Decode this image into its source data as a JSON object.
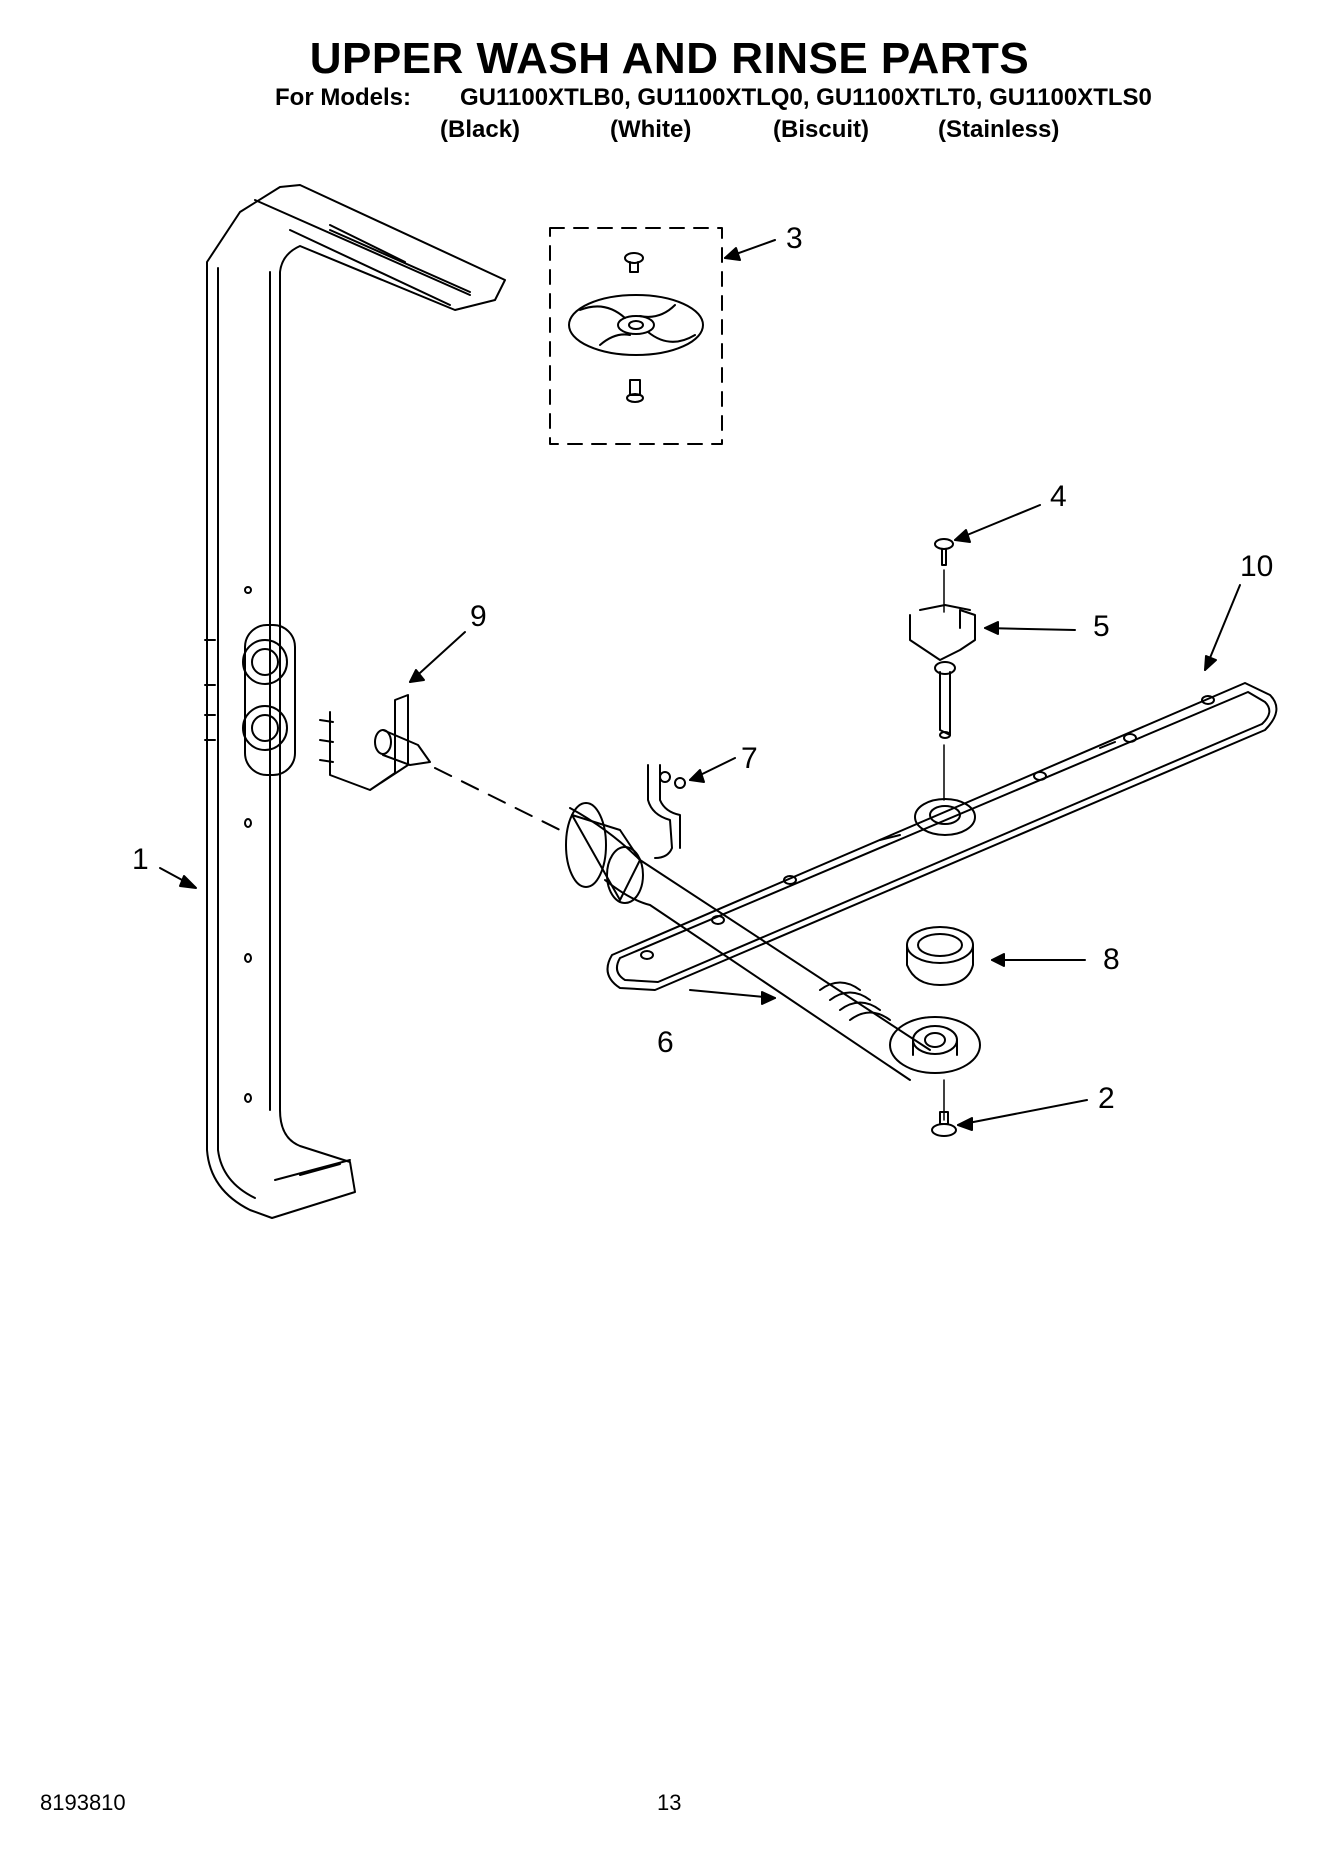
{
  "header": {
    "title": "UPPER WASH AND RINSE PARTS",
    "models_prefix": "For Models:",
    "models_list": "GU1100XTLB0, GU1100XTLQ0, GU1100XTLT0, GU1100XTLS0",
    "colors": [
      "(Black)",
      "(White)",
      "(Biscuit)",
      "(Stainless)"
    ]
  },
  "callouts": [
    "1",
    "2",
    "3",
    "4",
    "5",
    "6",
    "7",
    "8",
    "9",
    "10"
  ],
  "footer": {
    "doc_number": "8193810",
    "page_number": "13"
  }
}
